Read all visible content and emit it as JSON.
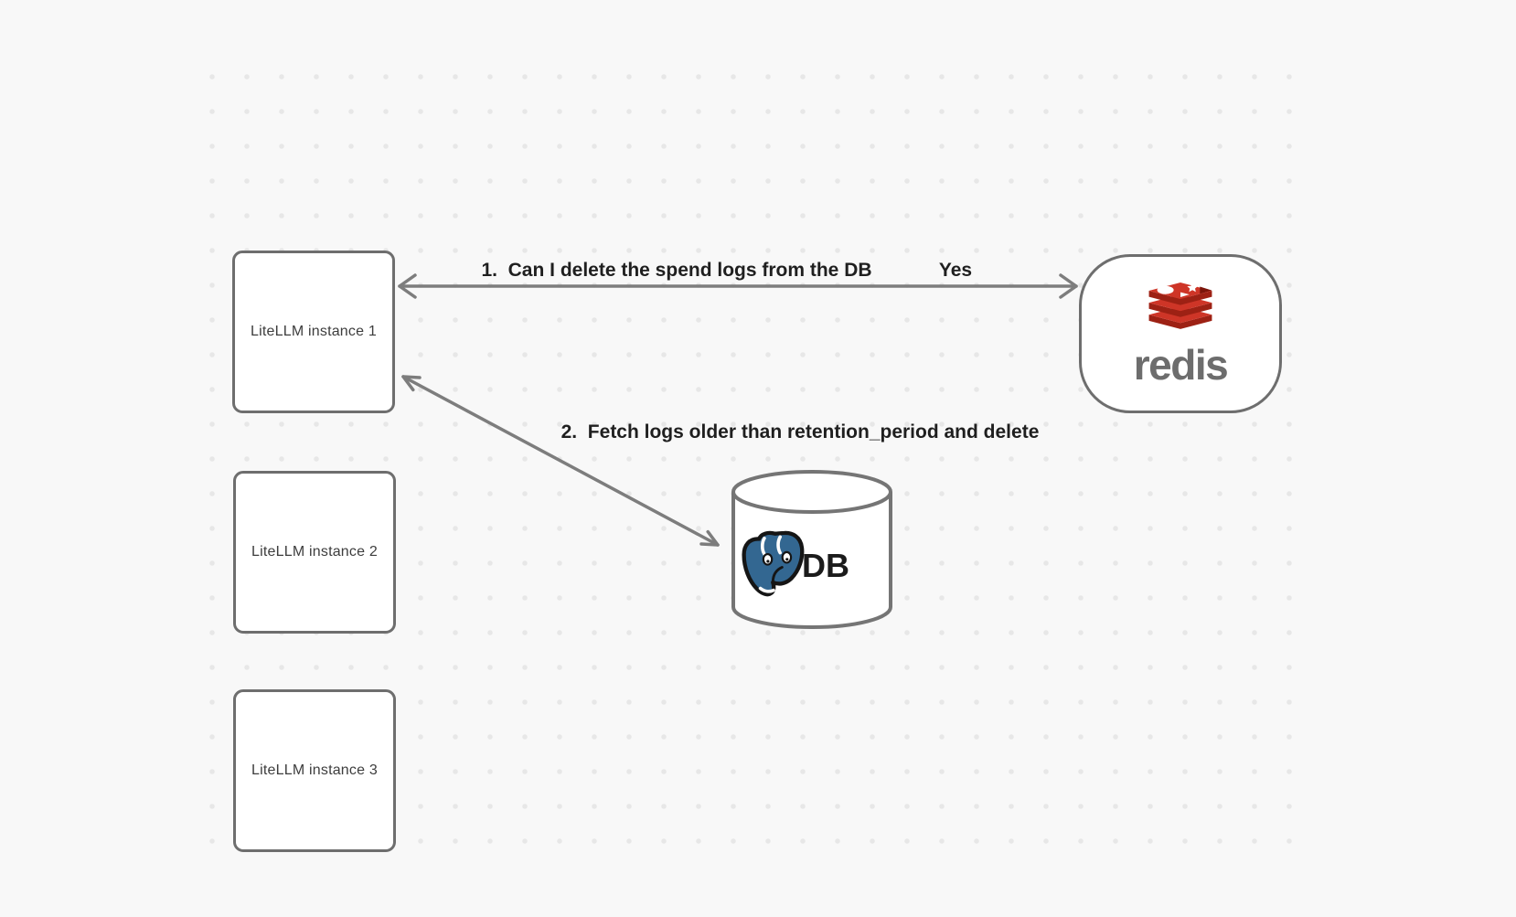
{
  "nodes": {
    "instance1": {
      "label": "LiteLLM instance 1"
    },
    "instance2": {
      "label": "LiteLLM instance 2"
    },
    "instance3": {
      "label": "LiteLLM instance 3"
    },
    "redis": {
      "wordmark": "redis"
    },
    "db": {
      "label": "DB"
    }
  },
  "edges": {
    "edge1": {
      "label": "1.  Can I delete the spend logs from the DB",
      "response": "Yes"
    },
    "edge2": {
      "label": "2.  Fetch logs older than retention_period and delete"
    }
  },
  "icons": {
    "redis": "redis-stack-icon",
    "db": "postgresql-elephant-icon"
  },
  "colors": {
    "background": "#f8f8f8",
    "dot_grid": "#e7e7e7",
    "node_border": "#6e6e6e",
    "arrow": "#7d7d7d",
    "edge_label_text": "#1f1f1f",
    "node_label_text": "#3d3d3d",
    "redis_red": "#ce3527",
    "redis_dark_red": "#9d2114",
    "redis_wordmark_gray": "#6d6d6d",
    "postgres_blue": "#336791"
  }
}
